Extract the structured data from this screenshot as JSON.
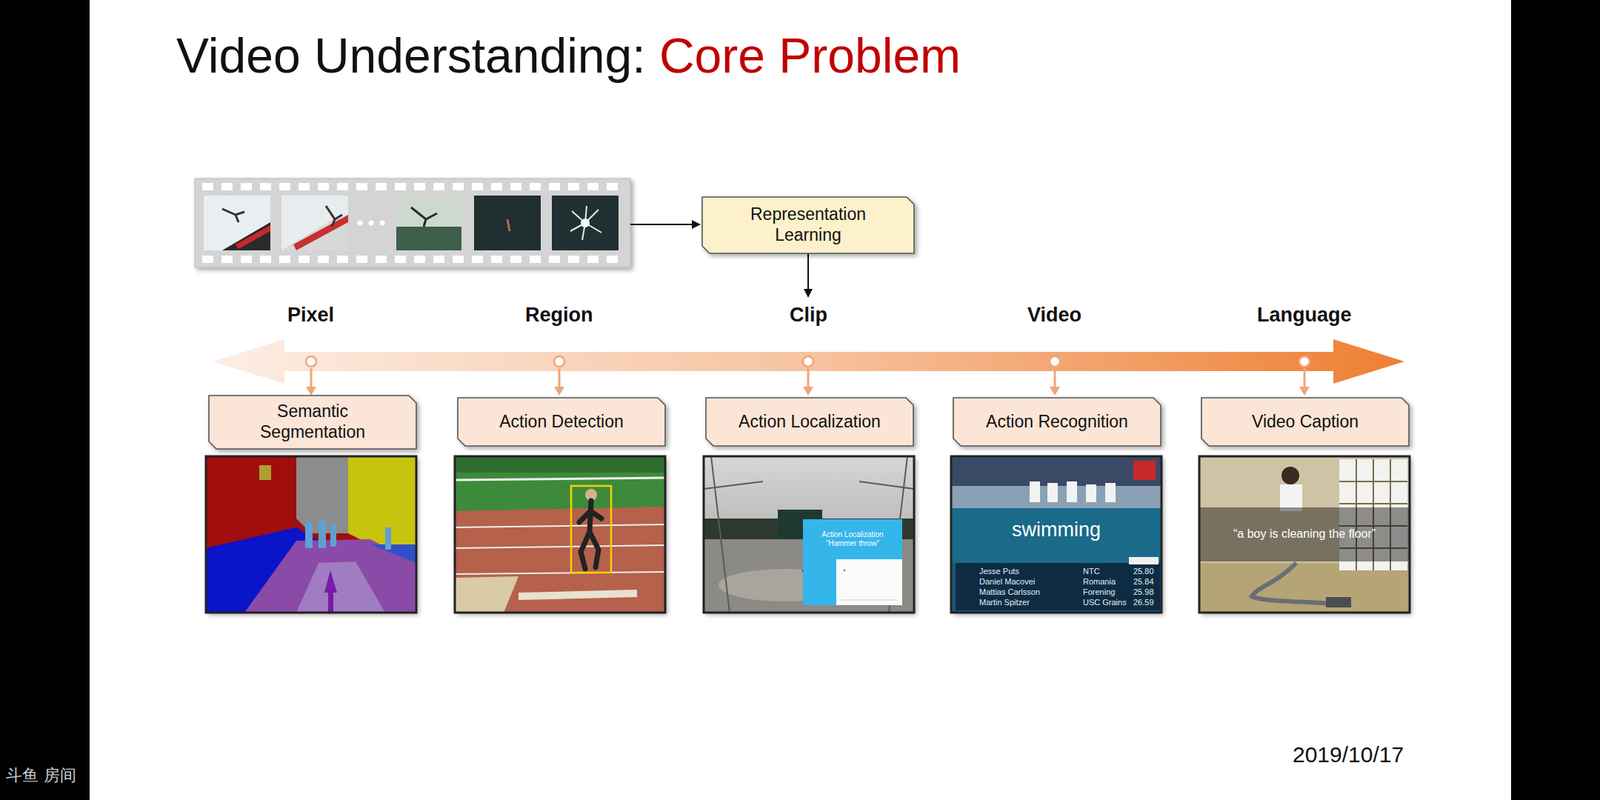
{
  "diagram": {
    "title": "Video Understanding: Core Problem",
    "nodes": [
      {
        "text": [
          "Representation Learning"
        ]
      },
      {
        "text": [
          "Semantic Segmentation"
        ]
      },
      {
        "text": [
          "Action Detection"
        ]
      },
      {
        "text": [
          "Action Localization"
        ]
      },
      {
        "text": [
          "Action Recognition"
        ]
      },
      {
        "text": [
          "Video Caption"
        ]
      },
      {
        "text": [
          "Action Localization “Hammer throw”"
        ]
      }
    ],
    "labels": [
      "Pixel",
      "Region",
      "Clip",
      "Video",
      "Language",
      "swimming",
      "“a boy is cleaning the floor”",
      "Jesse Puts",
      "Daniel Macovei",
      "Mattias Carlsson",
      "Martin Spitzer",
      "NTC",
      "Romania",
      "Forening",
      "USC Grains",
      "25.80",
      "25.84",
      "25.98",
      "26.59",
      "2019/10/17",
      "斗鱼 房间"
    ]
  }
}
